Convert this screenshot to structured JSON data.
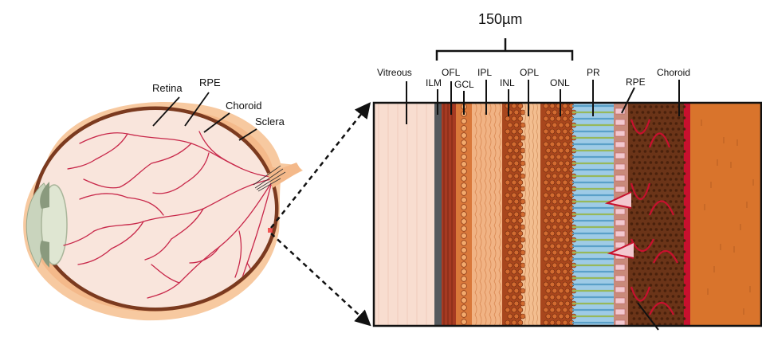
{
  "scale_label": "150µm",
  "eye_labels": {
    "retina": "Retina",
    "rpe": "RPE",
    "choroid": "Choroid",
    "sclera": "Sclera"
  },
  "layer_labels": {
    "vitreous": "Vitreous",
    "ilm": "ILM",
    "ofl": "OFL",
    "gcl": "GCL",
    "ipl": "IPL",
    "inl": "INL",
    "opl": "OPL",
    "onl": "ONL",
    "pr": "PR",
    "rpe": "RPE",
    "choroid": "Choroid"
  },
  "colors": {
    "sclera": "#f4b98a",
    "sclera_outer": "#f7c9a0",
    "choroid_band": "#7b3a1f",
    "retina_fill": "#f9e5dc",
    "vessel": "#c8284a",
    "lens": "#dfe6d2",
    "vitreous_layer": "#f8ddd0",
    "ilm_layer": "#555a5e",
    "ofl_layer": "#a63a22",
    "gcl_layer": "#d9783a",
    "ipl_layer": "#f1b384",
    "inl_layer": "#a8461d",
    "opl_layer": "#f3be90",
    "onl_layer": "#a8461d",
    "pr_layer": "#9ecbe6",
    "pr_stalk": "#97b85a",
    "rpe_layer": "#c98a7a",
    "choroid_layer": "#6b3418",
    "bruch": "#c8102e",
    "sclera_layer": "#d9742c"
  }
}
